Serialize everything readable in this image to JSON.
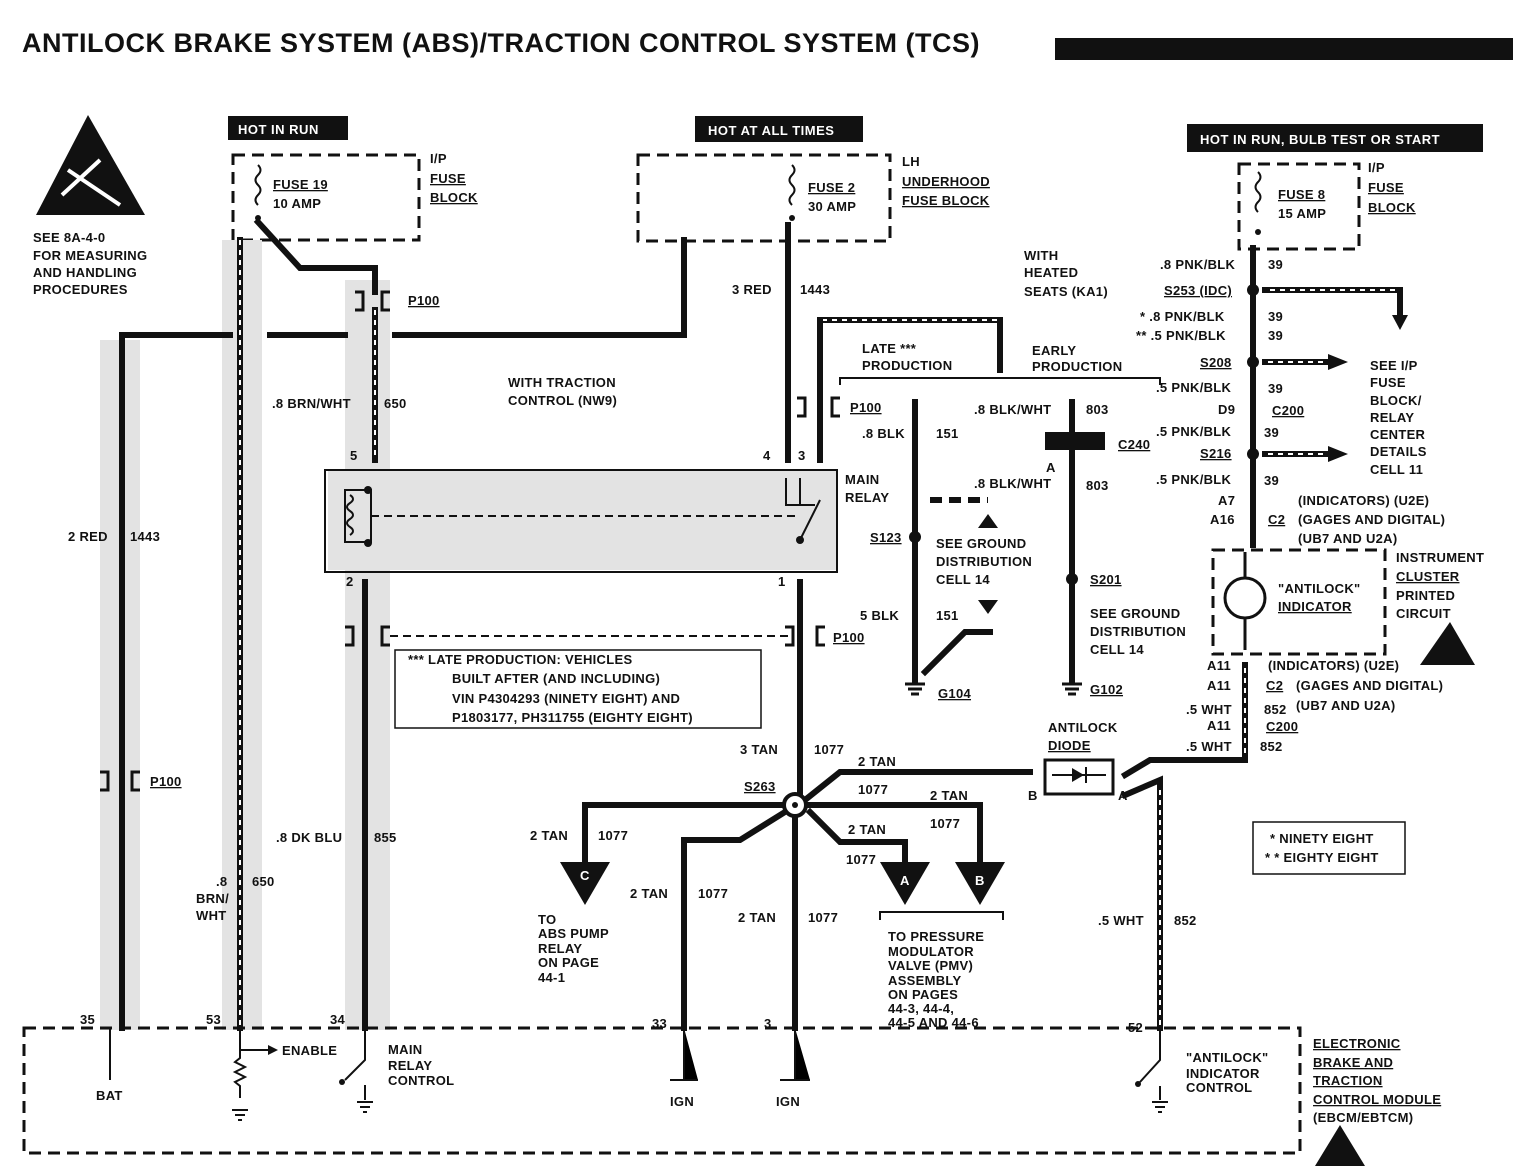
{
  "title": "ANTILOCK BRAKE SYSTEM (ABS)/TRACTION CONTROL SYSTEM (TCS)",
  "esd_note": [
    "SEE 8A-4-0",
    "FOR MEASURING",
    "AND HANDLING",
    "PROCEDURES"
  ],
  "power_labels": {
    "hot_in_run": "HOT IN RUN",
    "hot_at_all_times": "HOT AT ALL TIMES",
    "hot_in_run_bulb": "HOT IN RUN, BULB TEST OR START"
  },
  "fuses": {
    "fuse19": {
      "name": "FUSE 19",
      "rating": "10 AMP",
      "block": [
        "I/P",
        "FUSE",
        "BLOCK"
      ]
    },
    "fuse2": {
      "name": "FUSE 2",
      "rating": "30 AMP",
      "block": [
        "LH",
        "UNDERHOOD",
        "FUSE BLOCK"
      ]
    },
    "fuse8": {
      "name": "FUSE 8",
      "rating": "15 AMP",
      "block": [
        "I/P",
        "FUSE",
        "BLOCK"
      ]
    }
  },
  "wires": {
    "red3": "3 RED",
    "c1443": "1443",
    "brnwht": ".8 BRN/WHT",
    "c650": "650",
    "red2": "2 RED",
    "dkblu": ".8 DK BLU",
    "c855": "855",
    "brn_a": ".8",
    "brn_b": "BRN/",
    "brn_c": "WHT",
    "blk8": ".8 BLK",
    "c151": "151",
    "blk5": "5 BLK",
    "blkwht1": ".8 BLK/WHT",
    "blkwht2": ".8 BLK/WHT",
    "c803": "803",
    "pnkblk8a": ".8 PNK/BLK",
    "pnkblk8b": "* .8 PNK/BLK",
    "pnkblk5a": "** .5 PNK/BLK",
    "pnkblk5b": ".5 PNK/BLK",
    "pnkblk5c": ".5 PNK/BLK",
    "pnkblk5d": ".5 PNK/BLK",
    "c39": "39",
    "tan3": "3 TAN",
    "c1077": "1077",
    "tan2": "2 TAN",
    "wht5": ".5 WHT",
    "c852": "852"
  },
  "connectors": {
    "p100": "P100",
    "c240": "C240",
    "c200": "C200",
    "c2": "C2",
    "d9": "D9",
    "a7": "A7",
    "a16": "A16",
    "a11": "A11",
    "s253": "S253 (IDC)",
    "s208": "S208",
    "s216": "S216",
    "s123": "S123",
    "s201": "S201",
    "s263": "S263",
    "g104": "G104",
    "g102": "G102"
  },
  "pins": {
    "p5": "5",
    "p4": "4",
    "p3": "3",
    "p2": "2",
    "p1": "1",
    "p35": "35",
    "p53": "53",
    "p34": "34",
    "p33": "33",
    "p3b": "3",
    "p52": "52",
    "pa": "A",
    "pb": "B",
    "pa2": "A"
  },
  "notes": {
    "heated_seats": [
      "WITH",
      "HEATED",
      "SEATS (KA1)"
    ],
    "traction": [
      "WITH TRACTION",
      "CONTROL (NW9)"
    ],
    "late": [
      "LATE  ***",
      "PRODUCTION"
    ],
    "early": [
      "EARLY",
      "PRODUCTION"
    ],
    "main_relay": [
      "MAIN",
      "RELAY"
    ],
    "see_ground1": [
      "SEE GROUND",
      "DISTRIBUTION",
      "CELL 14"
    ],
    "see_ground2": [
      "SEE GROUND",
      "DISTRIBUTION",
      "CELL 14"
    ],
    "see_ip": [
      "SEE I/P",
      "FUSE",
      "BLOCK/",
      "RELAY",
      "CENTER",
      "DETAILS",
      "CELL 11"
    ],
    "indicators_u2e": "(INDICATORS)  (U2E)",
    "gages": "(GAGES AND DIGITAL)",
    "ub7": "(UB7 AND U2A)",
    "instrument_cluster": [
      "INSTRUMENT",
      "CLUSTER",
      "PRINTED",
      "CIRCUIT"
    ],
    "antilock_indicator": [
      "\"ANTILOCK\"",
      "INDICATOR"
    ],
    "antilock_diode": [
      "ANTILOCK",
      "DIODE"
    ],
    "late_production_box": [
      "***   LATE PRODUCTION:  VEHICLES",
      "BUILT AFTER (AND INCLUDING)",
      "VIN P4304293 (NINETY EIGHT)  AND",
      "P1803177, PH311755 (EIGHTY EIGHT)"
    ],
    "legend": [
      "*  NINETY EIGHT",
      "* *  EIGHTY EIGHT"
    ],
    "abs_pump": [
      "TO",
      "ABS PUMP",
      "RELAY",
      "ON PAGE",
      "44-1"
    ],
    "pmv": [
      "TO PRESSURE",
      "MODULATOR",
      "VALVE (PMV)",
      "ASSEMBLY",
      "ON PAGES",
      "44-3, 44-4,",
      "44-5 AND 44-6"
    ],
    "ebcm": [
      "ELECTRONIC",
      "BRAKE AND",
      "TRACTION",
      "CONTROL MODULE",
      "(EBCM/EBTCM)"
    ],
    "bat": "BAT",
    "enable": "ENABLE",
    "main_relay_control": [
      "MAIN",
      "RELAY",
      "CONTROL"
    ],
    "ign1": "IGN",
    "ign2": "IGN",
    "antilock_indicator_control": [
      "\"ANTILOCK\"",
      "INDICATOR",
      "CONTROL"
    ]
  },
  "offpage": {
    "c": "C",
    "a": "A",
    "b": "B"
  }
}
